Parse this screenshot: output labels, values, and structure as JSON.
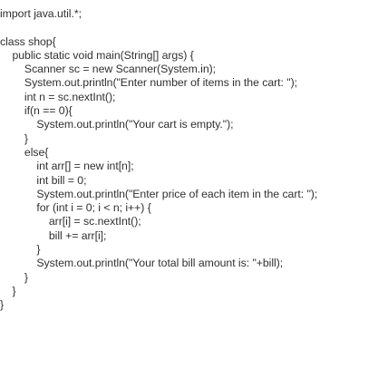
{
  "code": {
    "lines": [
      "import java.util.*;",
      "",
      "class shop{",
      "    public static void main(String[] args) {",
      "        Scanner sc = new Scanner(System.in);",
      "        System.out.println(\"Enter number of items in the cart: \");",
      "        int n = sc.nextInt();",
      "        if(n == 0){",
      "            System.out.println(\"Your cart is empty.\");",
      "        }",
      "        else{",
      "            int arr[] = new int[n];",
      "            int bill = 0;",
      "            System.out.println(\"Enter price of each item in the cart: \");",
      "            for (int i = 0; i < n; i++) {",
      "                arr[i] = sc.nextInt();",
      "                bill += arr[i];",
      "            }",
      "            System.out.println(\"Your total bill amount is: \"+bill);",
      "        }",
      "    }",
      "}"
    ]
  }
}
